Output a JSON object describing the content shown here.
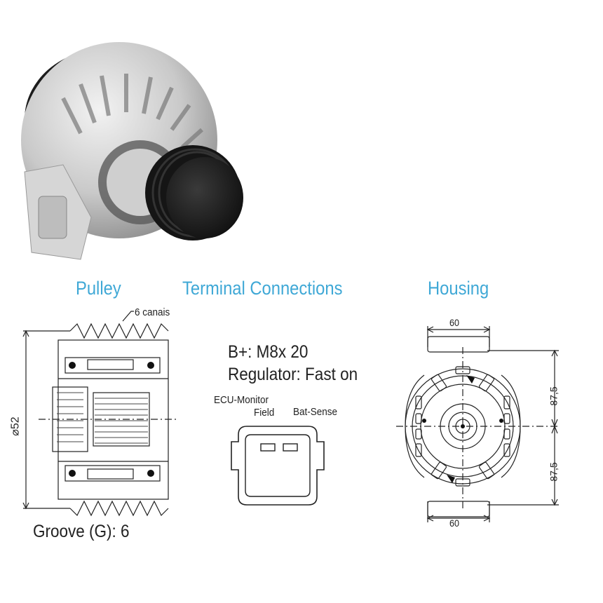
{
  "headings": {
    "pulley": "Pulley",
    "terminal": "Terminal Connections",
    "housing": "Housing"
  },
  "pulley": {
    "grooves_note": "6 canais",
    "diameter_label": "⌀52",
    "groove_text": "Groove (G): 6"
  },
  "terminal": {
    "b_plus": "B+: M8x 20",
    "regulator": "Regulator: Fast on",
    "pin_ecu": "ECU-Monitor",
    "pin_field": "Field",
    "pin_bat": "Bat-Sense"
  },
  "housing": {
    "dim_top": "60",
    "dim_bottom": "60",
    "dim_right_upper": "87,5",
    "dim_right_lower": "87,5"
  },
  "colors": {
    "heading": "#3fa8d6",
    "line": "#222222"
  }
}
